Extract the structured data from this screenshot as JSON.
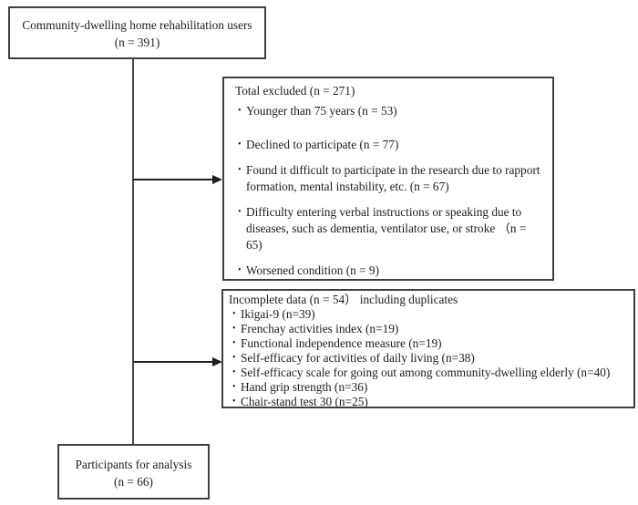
{
  "bullet": "•",
  "population": {
    "line1": "Community-dwelling home rehabilitation users",
    "line2": "(n = 391)"
  },
  "excluded": {
    "title": "Total excluded (n = 271)",
    "items": [
      "Younger than 75 years (n = 53)",
      "Declined to participate (n = 77)",
      "Found it difficult to participate in the research due to rapport\nformation, mental instability, etc. (n = 67)",
      "Difficulty entering verbal instructions or speaking due to\ndiseases, such as dementia, ventilator use, or stroke （n = 65)",
      "Worsened condition (n = 9)"
    ]
  },
  "incomplete": {
    "title": "Incomplete data (n = 54） including duplicates",
    "items": [
      "Ikigai-9 (n=39)",
      "Frenchay activities index (n=19)",
      "Functional independence measure (n=19)",
      "Self-efficacy for activities of daily living (n=38)",
      "Self-efficacy scale for going out among community-dwelling elderly (n=40)",
      "Hand grip strength (n=36)",
      "Chair-stand test 30 (n=25)"
    ]
  },
  "analysis": {
    "line1": "Participants for analysis",
    "line2": "(n = 66)"
  }
}
